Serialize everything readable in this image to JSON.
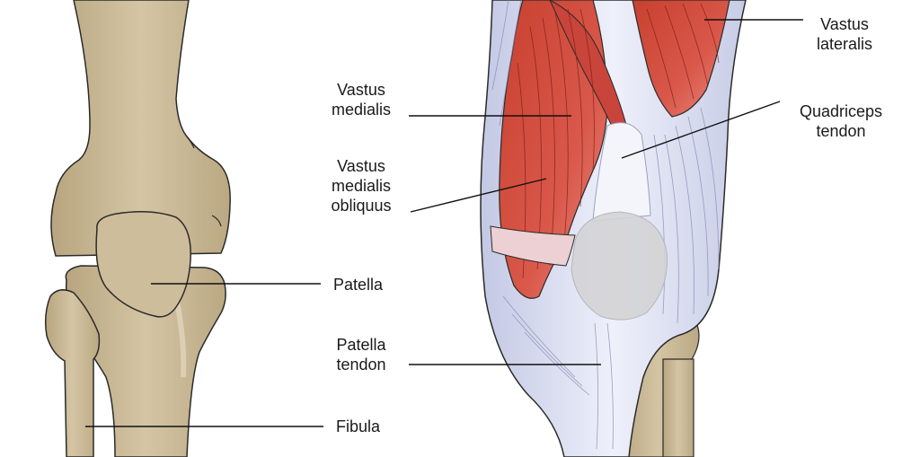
{
  "labels": {
    "vastus_lateralis": [
      "Vastus",
      "lateralis"
    ],
    "vastus_medialis": [
      "Vastus",
      "medialis"
    ],
    "quadriceps_tendon": [
      "Quadriceps",
      "tendon"
    ],
    "vastus_medialis_obliquus": [
      "Vastus",
      "medialis",
      "obliquus"
    ],
    "patella": [
      "Patella"
    ],
    "patella_tendon": [
      "Patella",
      "tendon"
    ],
    "fibula": [
      "Fibula"
    ]
  },
  "colors": {
    "bone": "#c9b998",
    "bone_shadow": "#b5a27f",
    "muscle": "#d24a3c",
    "muscle_dark": "#b8392d",
    "tendon": "#dfe3f3",
    "tendon_shadow": "#b9bfdc",
    "patella_overlay": "#d3d3d3",
    "outline": "#2a2a2a",
    "leader": "#111111"
  }
}
